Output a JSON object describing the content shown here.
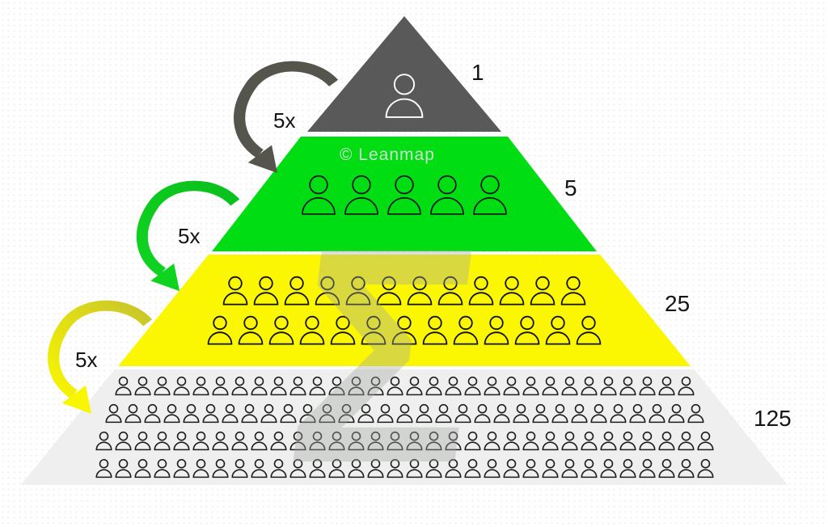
{
  "watermark": {
    "copyright": "© Leanmap",
    "sigma": "Σ"
  },
  "tiers": [
    {
      "name": "tier-1-top",
      "count_label": "1",
      "count": 1,
      "color": "#595959",
      "icon_color": "#ffffff",
      "rows": [
        1
      ]
    },
    {
      "name": "tier-2-green",
      "count_label": "5",
      "count": 5,
      "color": "#00dd12",
      "icon_color": "#101010",
      "rows": [
        5
      ]
    },
    {
      "name": "tier-3-yellow",
      "count_label": "25",
      "count": 25,
      "color": "#fbf602",
      "icon_color": "#101010",
      "rows": [
        12,
        13
      ]
    },
    {
      "name": "tier-4-gray",
      "count_label": "125",
      "count": 125,
      "color": "#efefef",
      "icon_color": "#1c1c1c",
      "rows": [
        30,
        31,
        32,
        32
      ]
    }
  ],
  "arrows": [
    {
      "label": "5x",
      "color_start": "#55554d",
      "color_end": "#55554d"
    },
    {
      "label": "5x",
      "color_start": "#0abf1e",
      "color_end": "#0fd41f"
    },
    {
      "label": "5x",
      "color_start": "#c8c42c",
      "color_end": "#f8f600"
    }
  ]
}
